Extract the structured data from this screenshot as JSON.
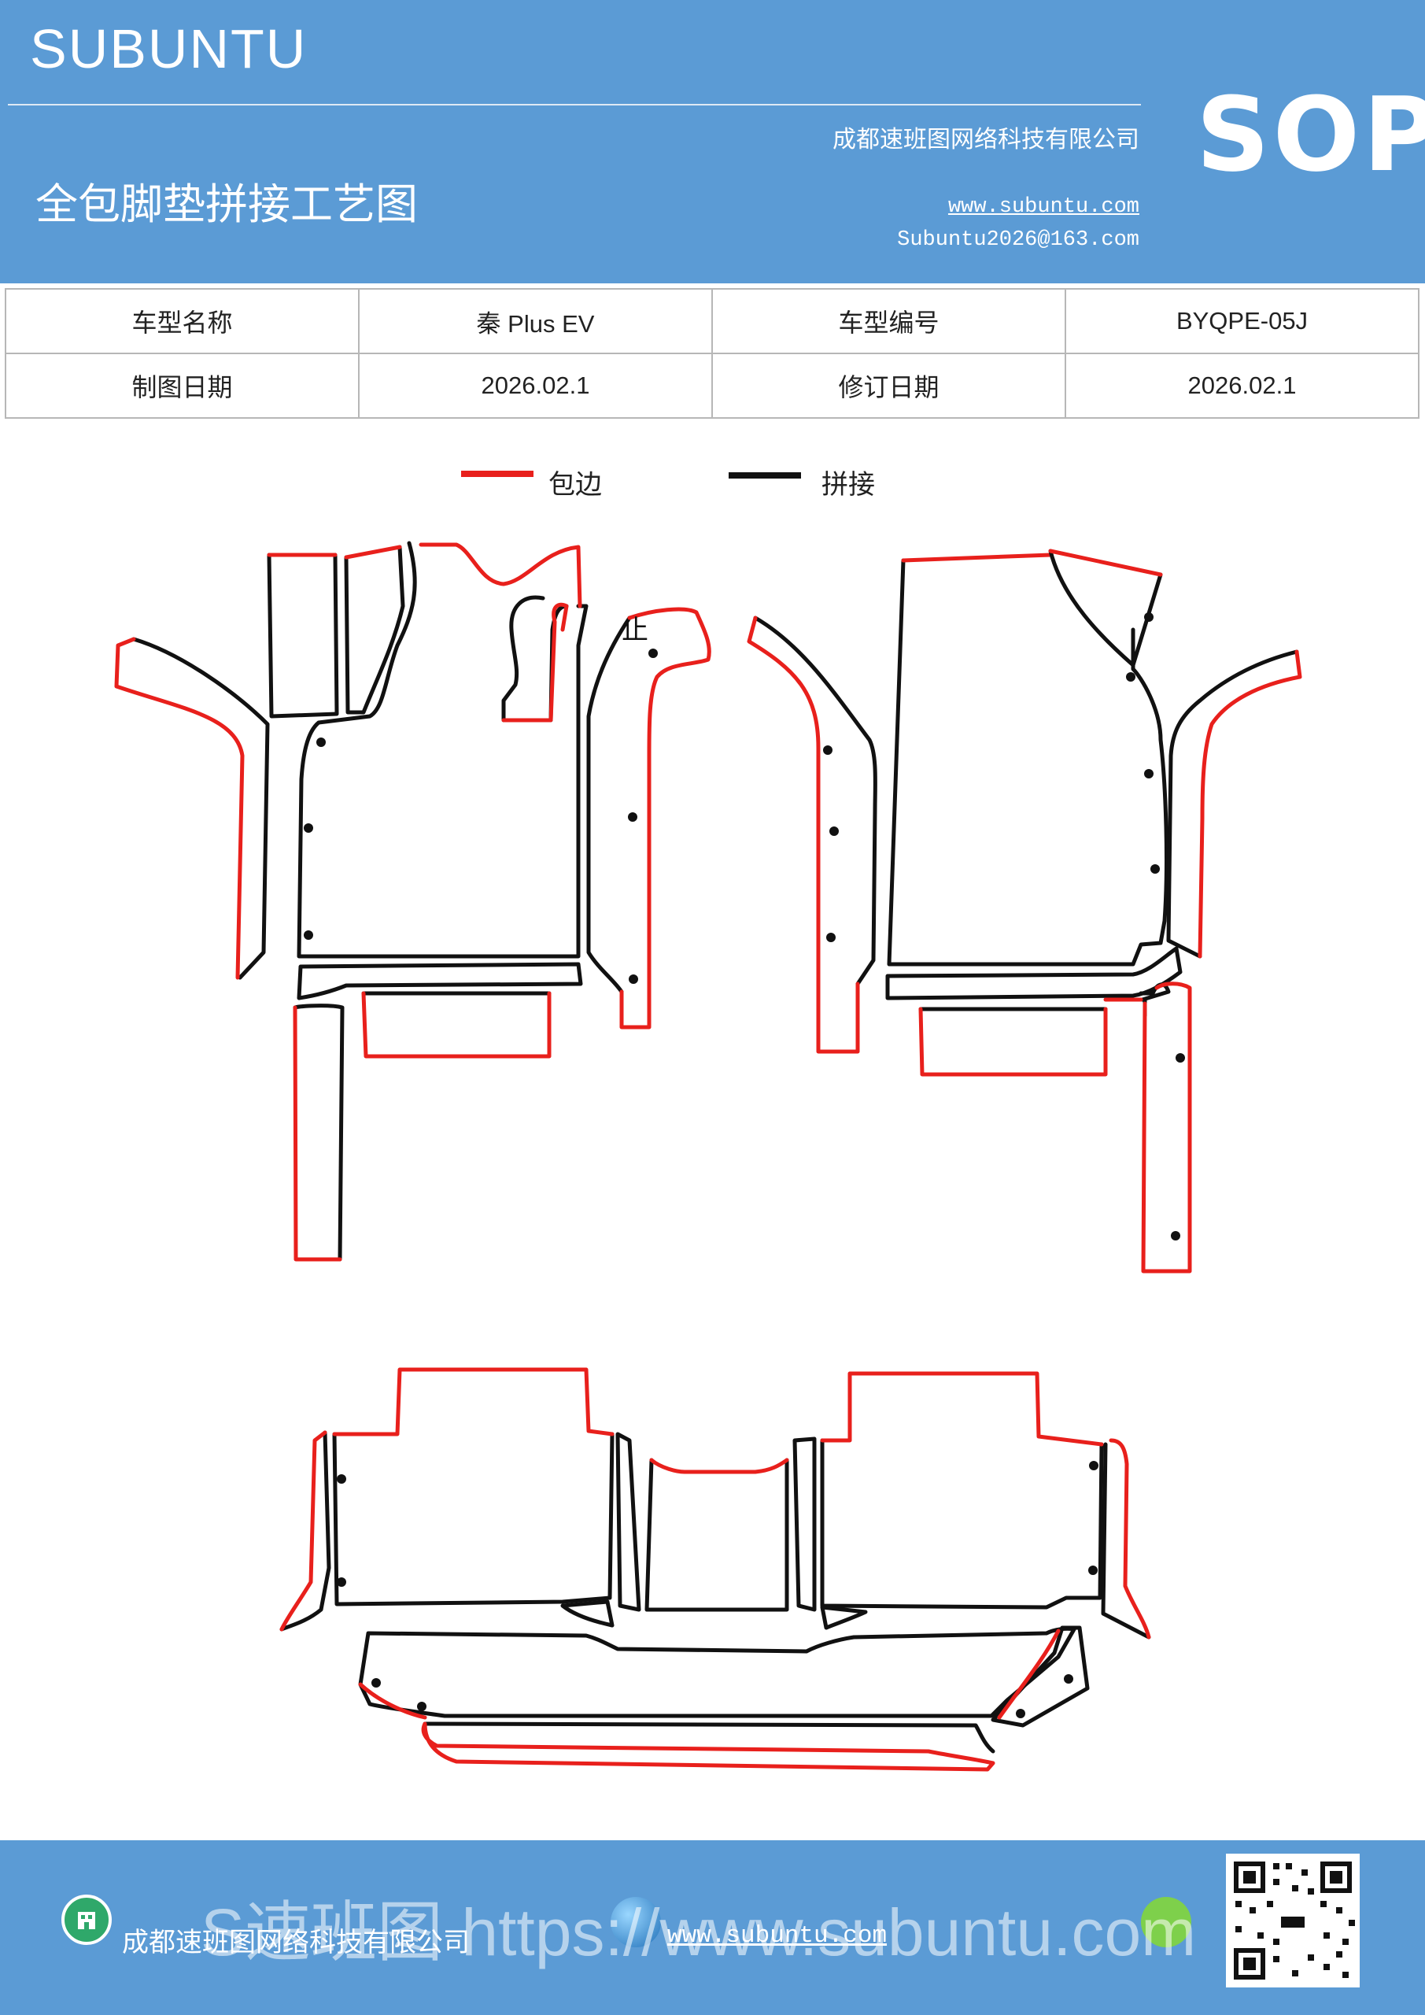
{
  "header": {
    "brand": "SUBUNTU",
    "badge": "SOP",
    "title": "全包脚垫拼接工艺图",
    "company": "成都速班图网络科技有限公司",
    "website": "www.subuntu.com",
    "email": "Subuntu2026@163.com"
  },
  "info_table": {
    "rows": [
      [
        "车型名称",
        "秦 Plus  EV",
        "车型编号",
        "BYQPE-05J"
      ],
      [
        "制图日期",
        "2026.02.1",
        "修订日期",
        "2026.02.1"
      ]
    ]
  },
  "legend": {
    "items": [
      {
        "label": "包边",
        "color": "#e8201c"
      },
      {
        "label": "拼接",
        "color": "#111111"
      }
    ]
  },
  "diagram": {
    "mark": "止",
    "edge_color": "#e8201c",
    "seam_color": "#111111"
  },
  "footer": {
    "company": "成都速班图网络科技有限公司",
    "website": "www.subuntu.com",
    "watermark": "S速班图 https://www.subuntu.com"
  },
  "colors": {
    "banner": "#5b9bd5"
  }
}
